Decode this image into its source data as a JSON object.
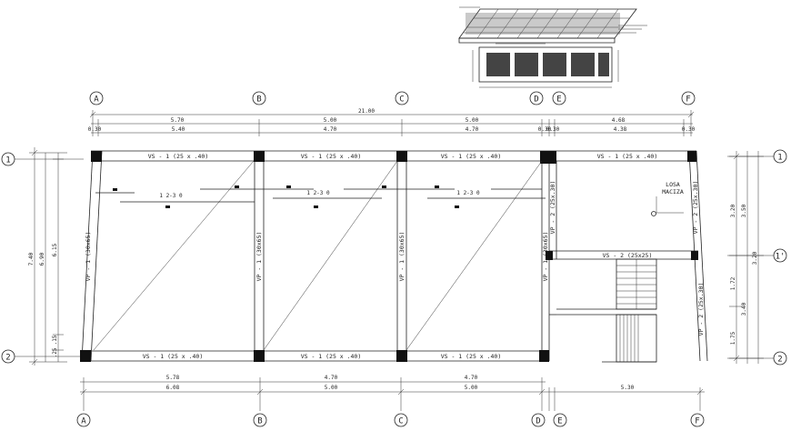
{
  "axes": {
    "top": [
      "A",
      "B",
      "C",
      "D",
      "E",
      "F"
    ],
    "bottom": [
      "A",
      "B",
      "C",
      "D",
      "E",
      "F"
    ],
    "left": [
      "1",
      "2"
    ],
    "right": [
      "1",
      "1'",
      "2"
    ]
  },
  "dims_top": {
    "total": "21.00",
    "row1": [
      "5.70",
      "5.00",
      "5.00",
      "4.68"
    ],
    "row2": [
      "0.30",
      "5.40",
      "4.70",
      "4.70",
      "0.30",
      "0.30",
      "4.38",
      "0.30"
    ]
  },
  "dims_bottom": {
    "row1": [
      "5.78",
      "4.70",
      "4.70"
    ],
    "row2": [
      "6.08",
      "5.00",
      "5.00",
      "5.30"
    ]
  },
  "dims_left": [
    "7.40",
    "6.90",
    "6.15",
    ".15",
    ".25"
  ],
  "dims_right": [
    "3.20",
    "3.50",
    "3.20",
    "1.72",
    "3.40",
    "1.75"
  ],
  "beams": {
    "vs1": "VS - 1 (25 x .40)",
    "vs2": "VS - 2 (25x25)",
    "vp1": "VP - 1 (30x65)",
    "vp2": "VP - 2 (25x.30)"
  },
  "losa": {
    "line1": "LOSA",
    "line2": "MACIZA"
  },
  "section_marks": {
    "mark": "1 2-3 0"
  }
}
